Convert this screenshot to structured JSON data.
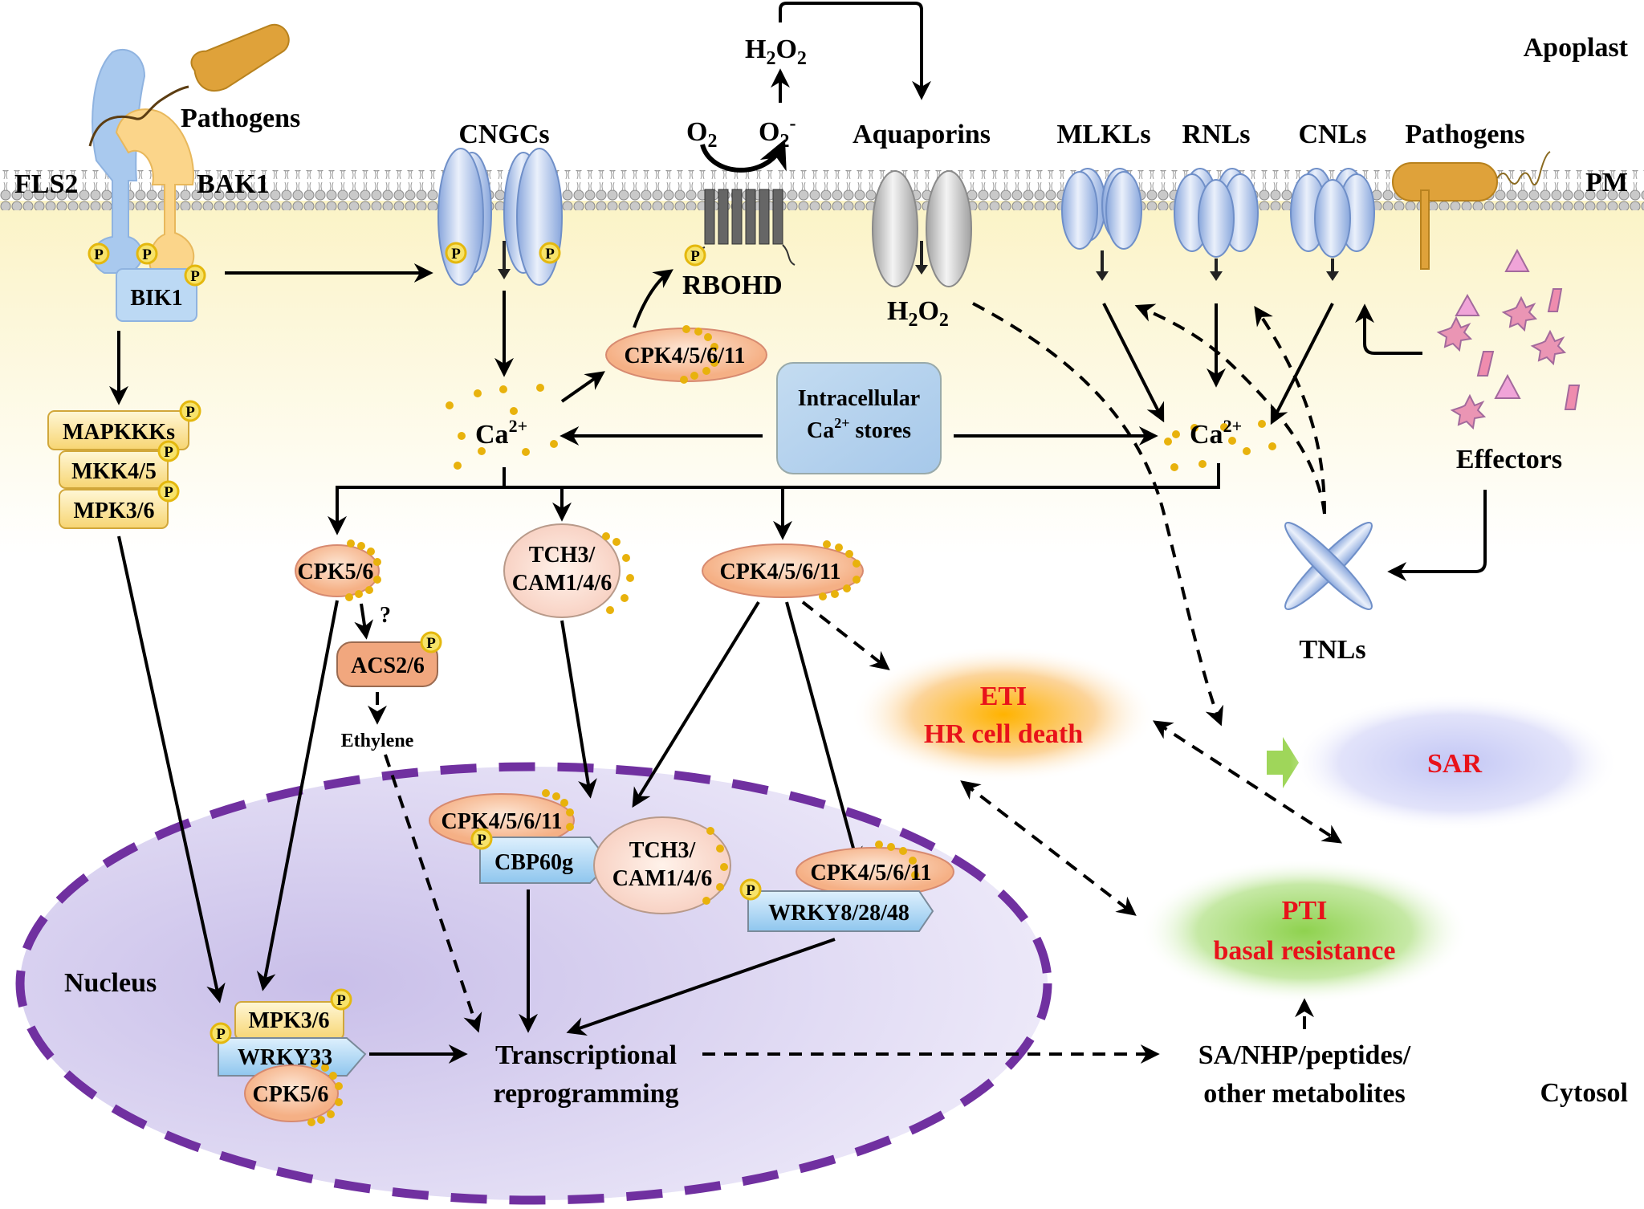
{
  "regions": {
    "apoplast": "Apoplast",
    "pm": "PM",
    "cytosol": "Cytosol",
    "nucleus": "Nucleus"
  },
  "receptors": {
    "fls2": "FLS2",
    "bak1": "BAK1",
    "bik1": "BIK1",
    "pathogens_left": "Pathogens",
    "pathogens_right": "Pathogens",
    "cngcs": "CNGCs",
    "rbohd": "RBOHD",
    "aquaporins": "Aquaporins",
    "mlkls": "MLKLs",
    "rnls": "RNLs",
    "cnls": "CNLs",
    "tnls": "TNLs",
    "effectors": "Effectors"
  },
  "ros": {
    "o2": "O",
    "o2_sub": "2",
    "o2minus": "O",
    "o2minus_sub": "2",
    "o2minus_sup": "-",
    "h2o2_top": "H",
    "h2o2_bottom": "H",
    "two": "2",
    "oxygen": "O"
  },
  "calcium": {
    "ca": "Ca",
    "charge": "2+",
    "stores_line1": "Intracellular",
    "stores_line2_pre": "Ca",
    "stores_line2_post": " stores"
  },
  "kinases": {
    "mapkkks": "MAPKKKs",
    "mkk45": "MKK4/5",
    "mpk36": "MPK3/6",
    "cpk4_top": "CPK4/5/6/11",
    "cpk56": "CPK5/6",
    "tch3_l1": "TCH3/",
    "tch3_l2": "CAM1/4/6",
    "cpk4_mid": "CPK4/5/6/11",
    "acs": "ACS2/6",
    "question": "?",
    "ethylene": "Ethylene",
    "phospho": "P"
  },
  "nucleus_items": {
    "cpk4_n1": "CPK4/5/6/11",
    "cbp60g": "CBP60g",
    "tch3_l1": "TCH3/",
    "tch3_l2": "CAM1/4/6",
    "cpk4_n2": "CPK4/5/6/11",
    "wrky82848": "WRKY8/28/48",
    "mpk36": "MPK3/6",
    "wrky33": "WRKY33",
    "cpk56": "CPK5/6",
    "transcriptional_l1": "Transcriptional",
    "transcriptional_l2": "reprogramming"
  },
  "outcomes": {
    "eti_l1": "ETI",
    "eti_l2": "HR cell death",
    "sar": "SAR",
    "pti_l1": "PTI",
    "pti_l2": "basal resistance",
    "metabolites_l1": "SA/NHP/peptides/",
    "metabolites_l2": "other metabolites"
  },
  "colors": {
    "cytosol_bg": "#fdf8d8",
    "nucleus_fill": "#cdc4ec",
    "nucleus_border": "#7030a0",
    "phospho": "#f7e36a",
    "outcome_text": "#e8121a"
  }
}
